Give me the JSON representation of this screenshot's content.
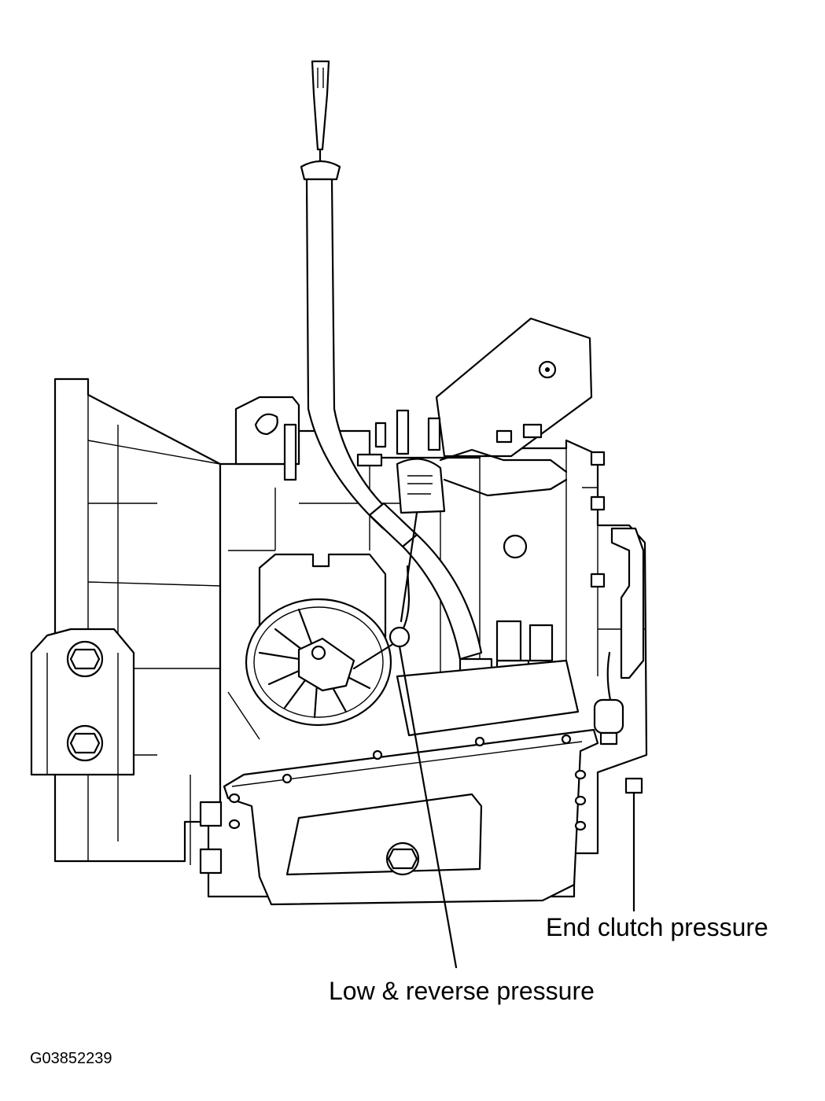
{
  "labels": {
    "end_clutch": "End clutch pressure",
    "low_reverse": "Low & reverse pressure",
    "figure_id": "G03852239"
  }
}
